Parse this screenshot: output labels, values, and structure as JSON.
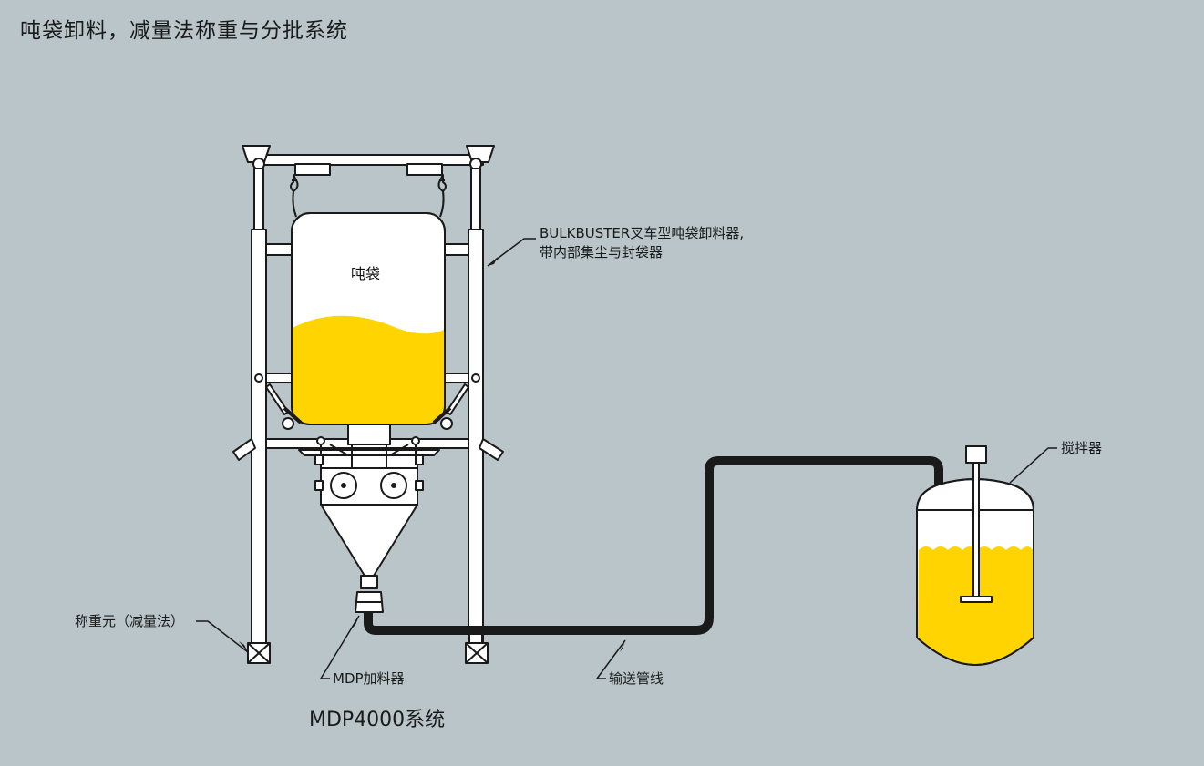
{
  "title": "吨袋卸料，减量法称重与分批系统",
  "labels": {
    "bag": "吨袋",
    "discharger_line1": "BULKBUSTER叉车型吨袋卸料器,",
    "discharger_line2": "带内部集尘与封袋器",
    "load_cell": "称重元（减量法）",
    "feeder": "MDP加料器",
    "conveying_line": "输送管线",
    "mixer": "搅拌器"
  },
  "system_name": "MDP4000系统",
  "colors": {
    "background": "#b9c5c8",
    "material": "#ffd400",
    "line": "#1a1a1a",
    "equipment": "#ffffff"
  }
}
